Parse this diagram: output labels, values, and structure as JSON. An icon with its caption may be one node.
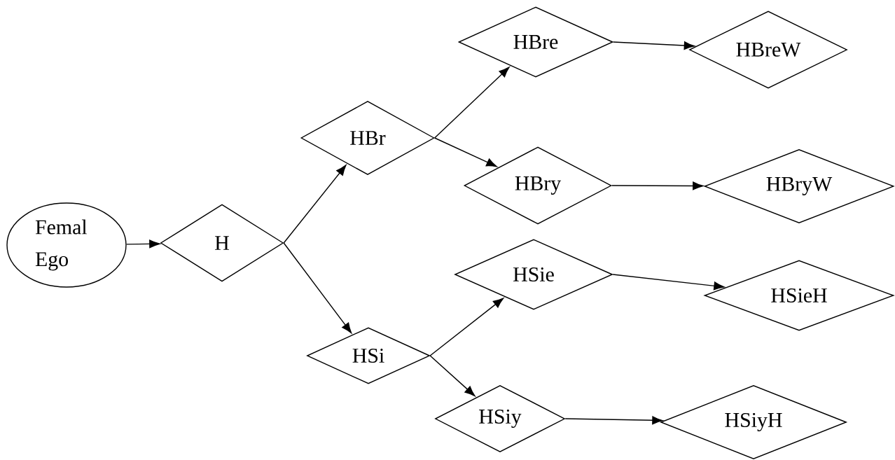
{
  "diagram": {
    "nodes": [
      {
        "text": [
          "Femal Ego"
        ]
      },
      {
        "text": [
          "H"
        ]
      },
      {
        "text": [
          "HBr"
        ]
      },
      {
        "text": [
          "HBre"
        ]
      },
      {
        "text": [
          "HBreW"
        ]
      },
      {
        "text": [
          "HBry"
        ]
      },
      {
        "text": [
          "HBryW"
        ]
      },
      {
        "text": [
          "HSi"
        ]
      },
      {
        "text": [
          "HSie"
        ]
      },
      {
        "text": [
          "HSieH"
        ]
      },
      {
        "text": [
          "HSiy"
        ]
      },
      {
        "text": [
          "HSiyH"
        ]
      }
    ],
    "edges": [
      {
        "from": 0,
        "to": 1,
        "arrow": "to"
      },
      {
        "from": 1,
        "to": 2,
        "arrow": "to"
      },
      {
        "from": 1,
        "to": 7,
        "arrow": "to"
      },
      {
        "from": 2,
        "to": 3,
        "arrow": "to"
      },
      {
        "from": 2,
        "to": 5,
        "arrow": "to"
      },
      {
        "from": 3,
        "to": 4,
        "arrow": "to"
      },
      {
        "from": 5,
        "to": 6,
        "arrow": "to"
      },
      {
        "from": 7,
        "to": 8,
        "arrow": "to"
      },
      {
        "from": 7,
        "to": 10,
        "arrow": "to"
      },
      {
        "from": 8,
        "to": 9,
        "arrow": "to"
      },
      {
        "from": 10,
        "to": 11,
        "arrow": "to"
      }
    ]
  }
}
